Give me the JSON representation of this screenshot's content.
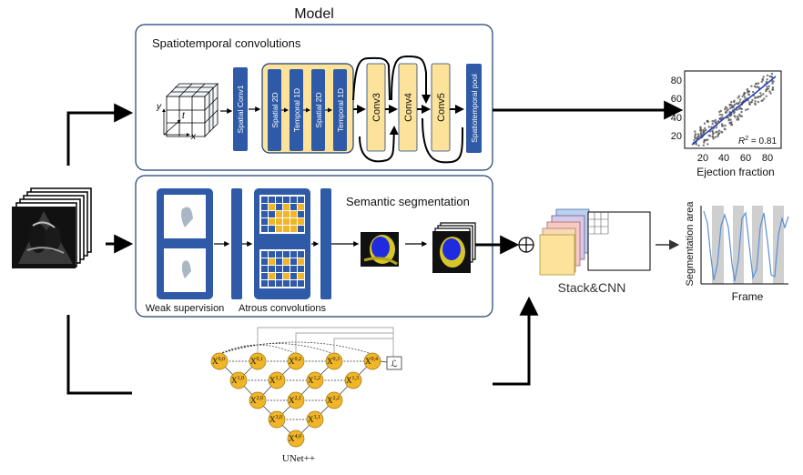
{
  "model_title": "Model",
  "spatiotemporal": {
    "title": "Spatiotemporal convolutions",
    "axes": {
      "x": "x",
      "y": "y",
      "t": "t"
    },
    "blocks": [
      "Spatial Conv1",
      "Spatial 2D",
      "Temporal 1D",
      "Spatial 2D",
      "Temporal 1D",
      "Conv3",
      "Conv4",
      "Conv5",
      "Spatiotemporal pool"
    ]
  },
  "segmentation": {
    "title": "Semantic segmentation",
    "weak_label": "Weak supervision",
    "atrous_label": "Atrous convolutions"
  },
  "stack_label": "Stack&CNN",
  "ef_chart": {
    "xlabel": "Ejection fraction",
    "x_ticks": [
      "20",
      "40",
      "60",
      "80"
    ],
    "y_ticks": [
      "80",
      "60",
      "40",
      "20"
    ],
    "r2_label": "R",
    "r2_sup": "2",
    "r2_value": " = 0.81"
  },
  "seg_chart": {
    "ylabel": "Segmentation area",
    "xlabel": "Frame"
  },
  "unet": {
    "label": "UNet++",
    "loss_symbol": "ℒ",
    "nodes": [
      "X0,0",
      "X0,1",
      "X0,2",
      "X0,3",
      "X0,4",
      "X1,0",
      "X1,1",
      "X1,2",
      "X1,3",
      "X2,0",
      "X2,1",
      "X2,2",
      "X3,0",
      "X3,1",
      "X4,0"
    ]
  },
  "colors": {
    "box_border": "#1c3f75",
    "block_blue": "#2e5aa7",
    "block_yellow": "#fde39a",
    "node_yellow": "#f0b528",
    "scatter_line": "#1f3fbf"
  }
}
